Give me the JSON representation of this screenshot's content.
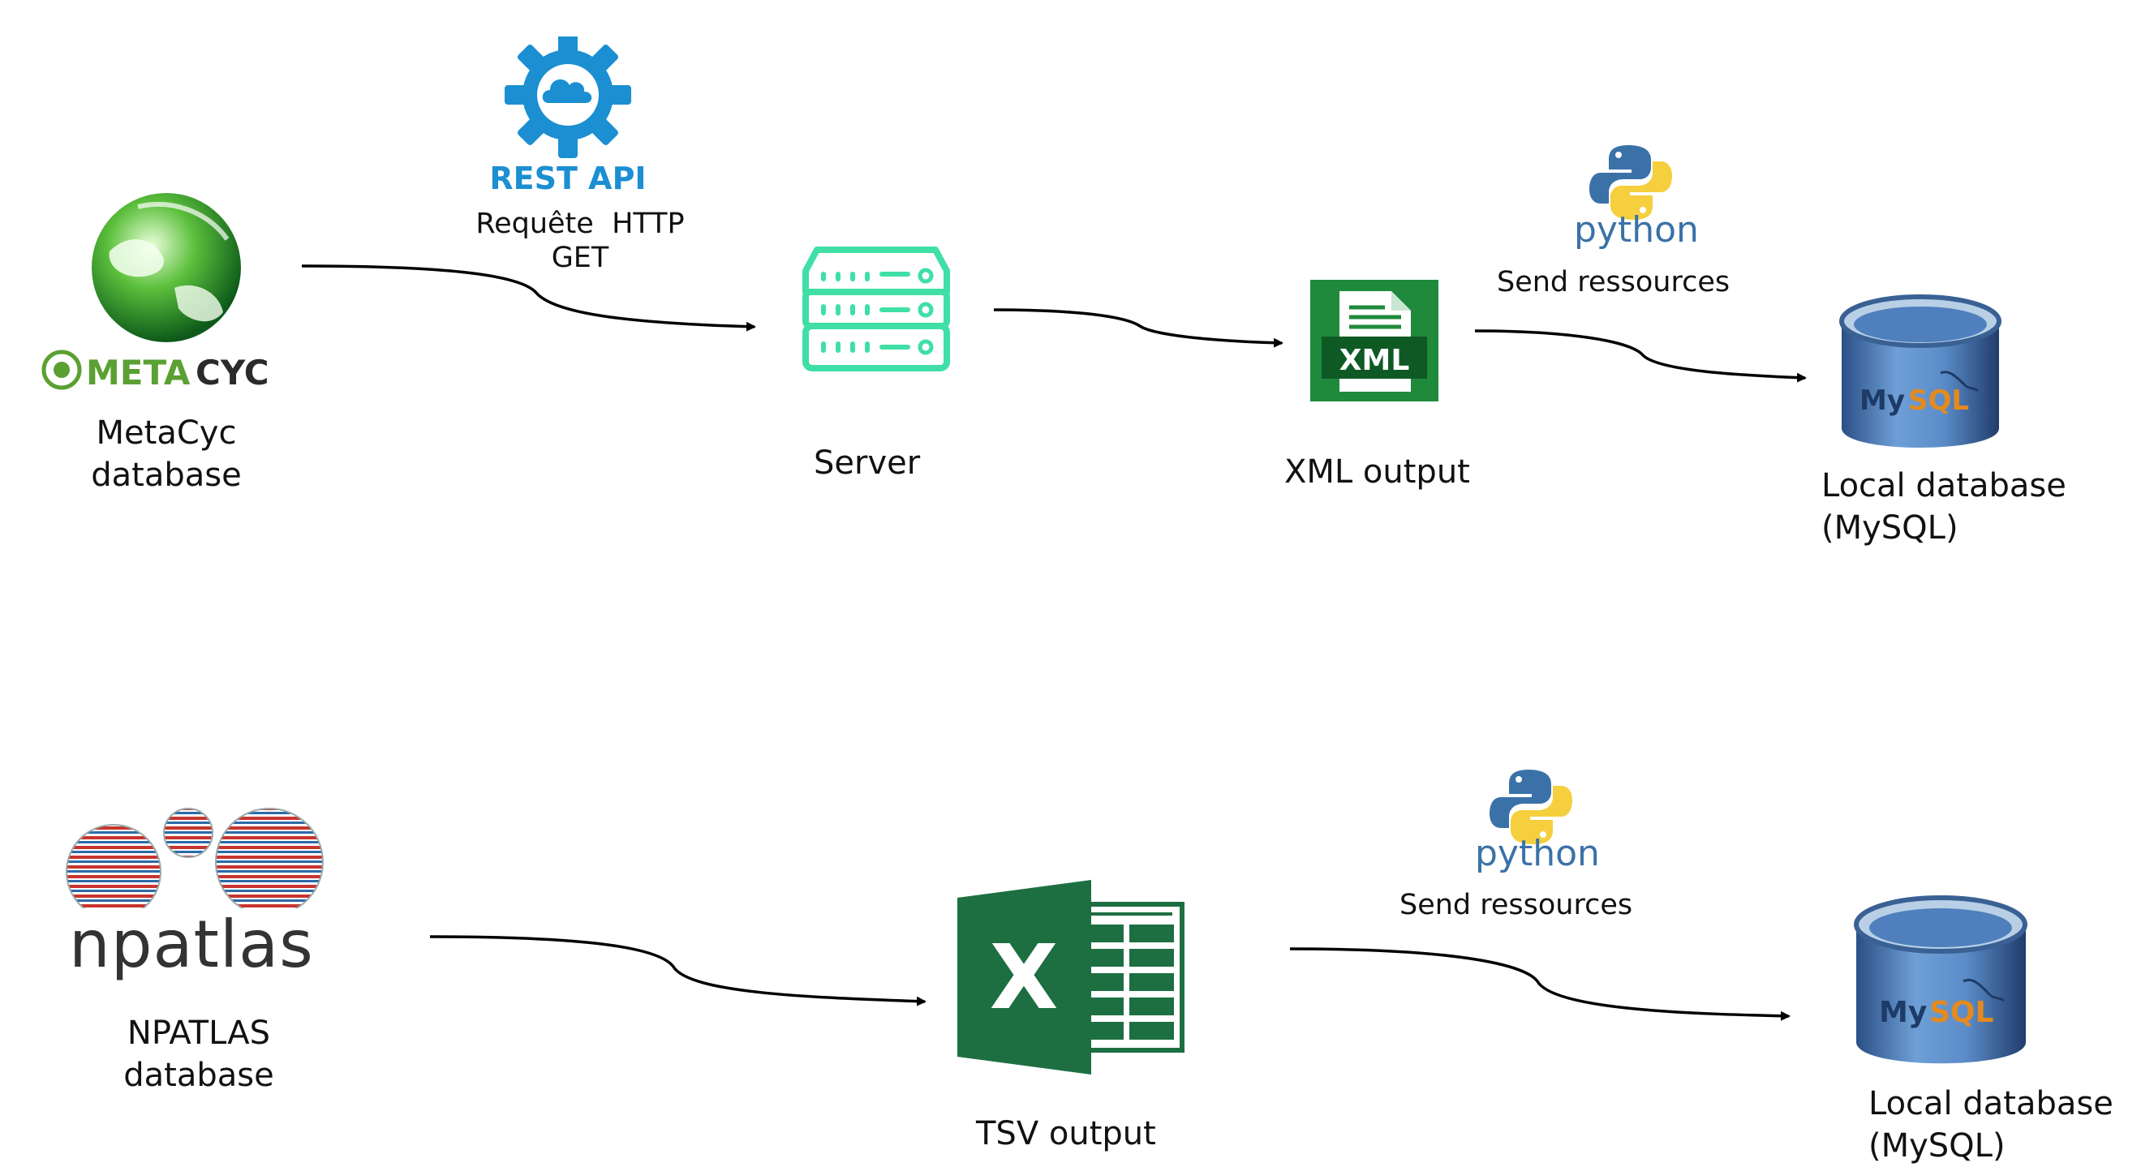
{
  "pipelines": [
    {
      "source": {
        "logo_text_a": "META",
        "logo_text_b": "CYC",
        "label": [
          "MetaCyc",
          "database"
        ]
      },
      "request": {
        "badge": "REST API",
        "label": [
          "Requête  HTTP",
          "GET"
        ]
      },
      "server": {
        "label": "Server"
      },
      "output": {
        "badge": "XML",
        "label": "XML output"
      },
      "transfer": {
        "logo_word": "python",
        "label": "Send ressources"
      },
      "target": {
        "logo_word_a": "My",
        "logo_word_b": "SQL",
        "label": [
          "Local database",
          "(MySQL)"
        ]
      }
    },
    {
      "source": {
        "logo_word": "npatlas",
        "label": [
          "NPATLAS",
          "database"
        ]
      },
      "output": {
        "badge": "X",
        "label": "TSV output"
      },
      "transfer": {
        "logo_word": "python",
        "label": "Send ressources"
      },
      "target": {
        "logo_word_a": "My",
        "logo_word_b": "SQL",
        "label": [
          "Local database",
          "(MySQL)"
        ]
      }
    }
  ],
  "colors": {
    "rest_api_blue": "#1b8fd2",
    "server_green": "#3fdfa6",
    "xml_green": "#1f8a3c",
    "excel_green": "#1d6f42",
    "python_blue": "#3a72a8",
    "python_yellow": "#f5cf3d",
    "mysql_blue": "#3b6fb0",
    "mysql_orange": "#e48a1e",
    "metacyc_green": "#5aa032"
  }
}
